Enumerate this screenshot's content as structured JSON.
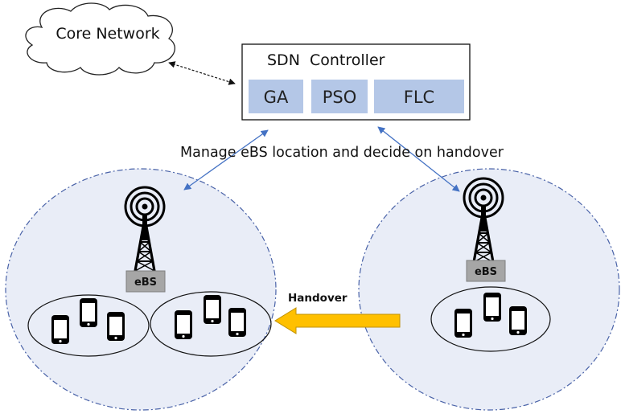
{
  "core_network": {
    "label": "Core Network"
  },
  "sdn_controller": {
    "title": "SDN  Controller",
    "modules": [
      {
        "label": "GA"
      },
      {
        "label": "PSO"
      },
      {
        "label": "FLC"
      }
    ]
  },
  "manage_label": "Manage eBS location and decide on handover",
  "left_cell": {
    "ebs_label": "eBS",
    "clusters": [
      {
        "devices": 3
      },
      {
        "devices": 3
      }
    ]
  },
  "right_cell": {
    "ebs_label": "eBS",
    "clusters": [
      {
        "devices": 3
      }
    ]
  },
  "handover_label": "Handover",
  "colors": {
    "cell_fill": "#e9edf7",
    "cell_stroke": "#4a63a8",
    "module_fill": "#b4c7e7",
    "ebs_fill": "#a6a6a6",
    "handover_arrow": "#ffc000",
    "link_arrow": "#4472c4"
  }
}
